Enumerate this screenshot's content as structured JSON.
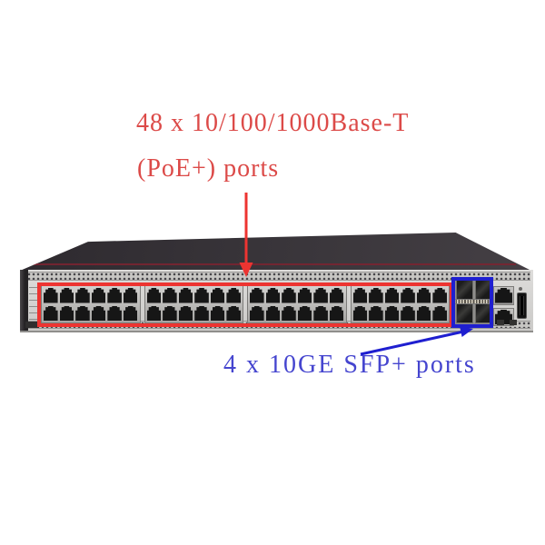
{
  "colors": {
    "red": "#ed3431",
    "red_text": "#dc4a48",
    "blue": "#1f1fd0",
    "blue_text": "#4545cf",
    "accent_stripe": "#7d2330"
  },
  "annotations": {
    "rj45_line1": "48 x 10/100/1000Base-T",
    "rj45_line2": "(PoE+) ports",
    "sfp_label": "4 x 10GE SFP+ ports"
  },
  "device": {
    "rj45_group_count": 4,
    "rj45_ports_per_group": 12,
    "rj45_total_ports": 48,
    "sfp_port_count": 4,
    "mgmt_port_count": 2,
    "label_tick_count": 6
  }
}
